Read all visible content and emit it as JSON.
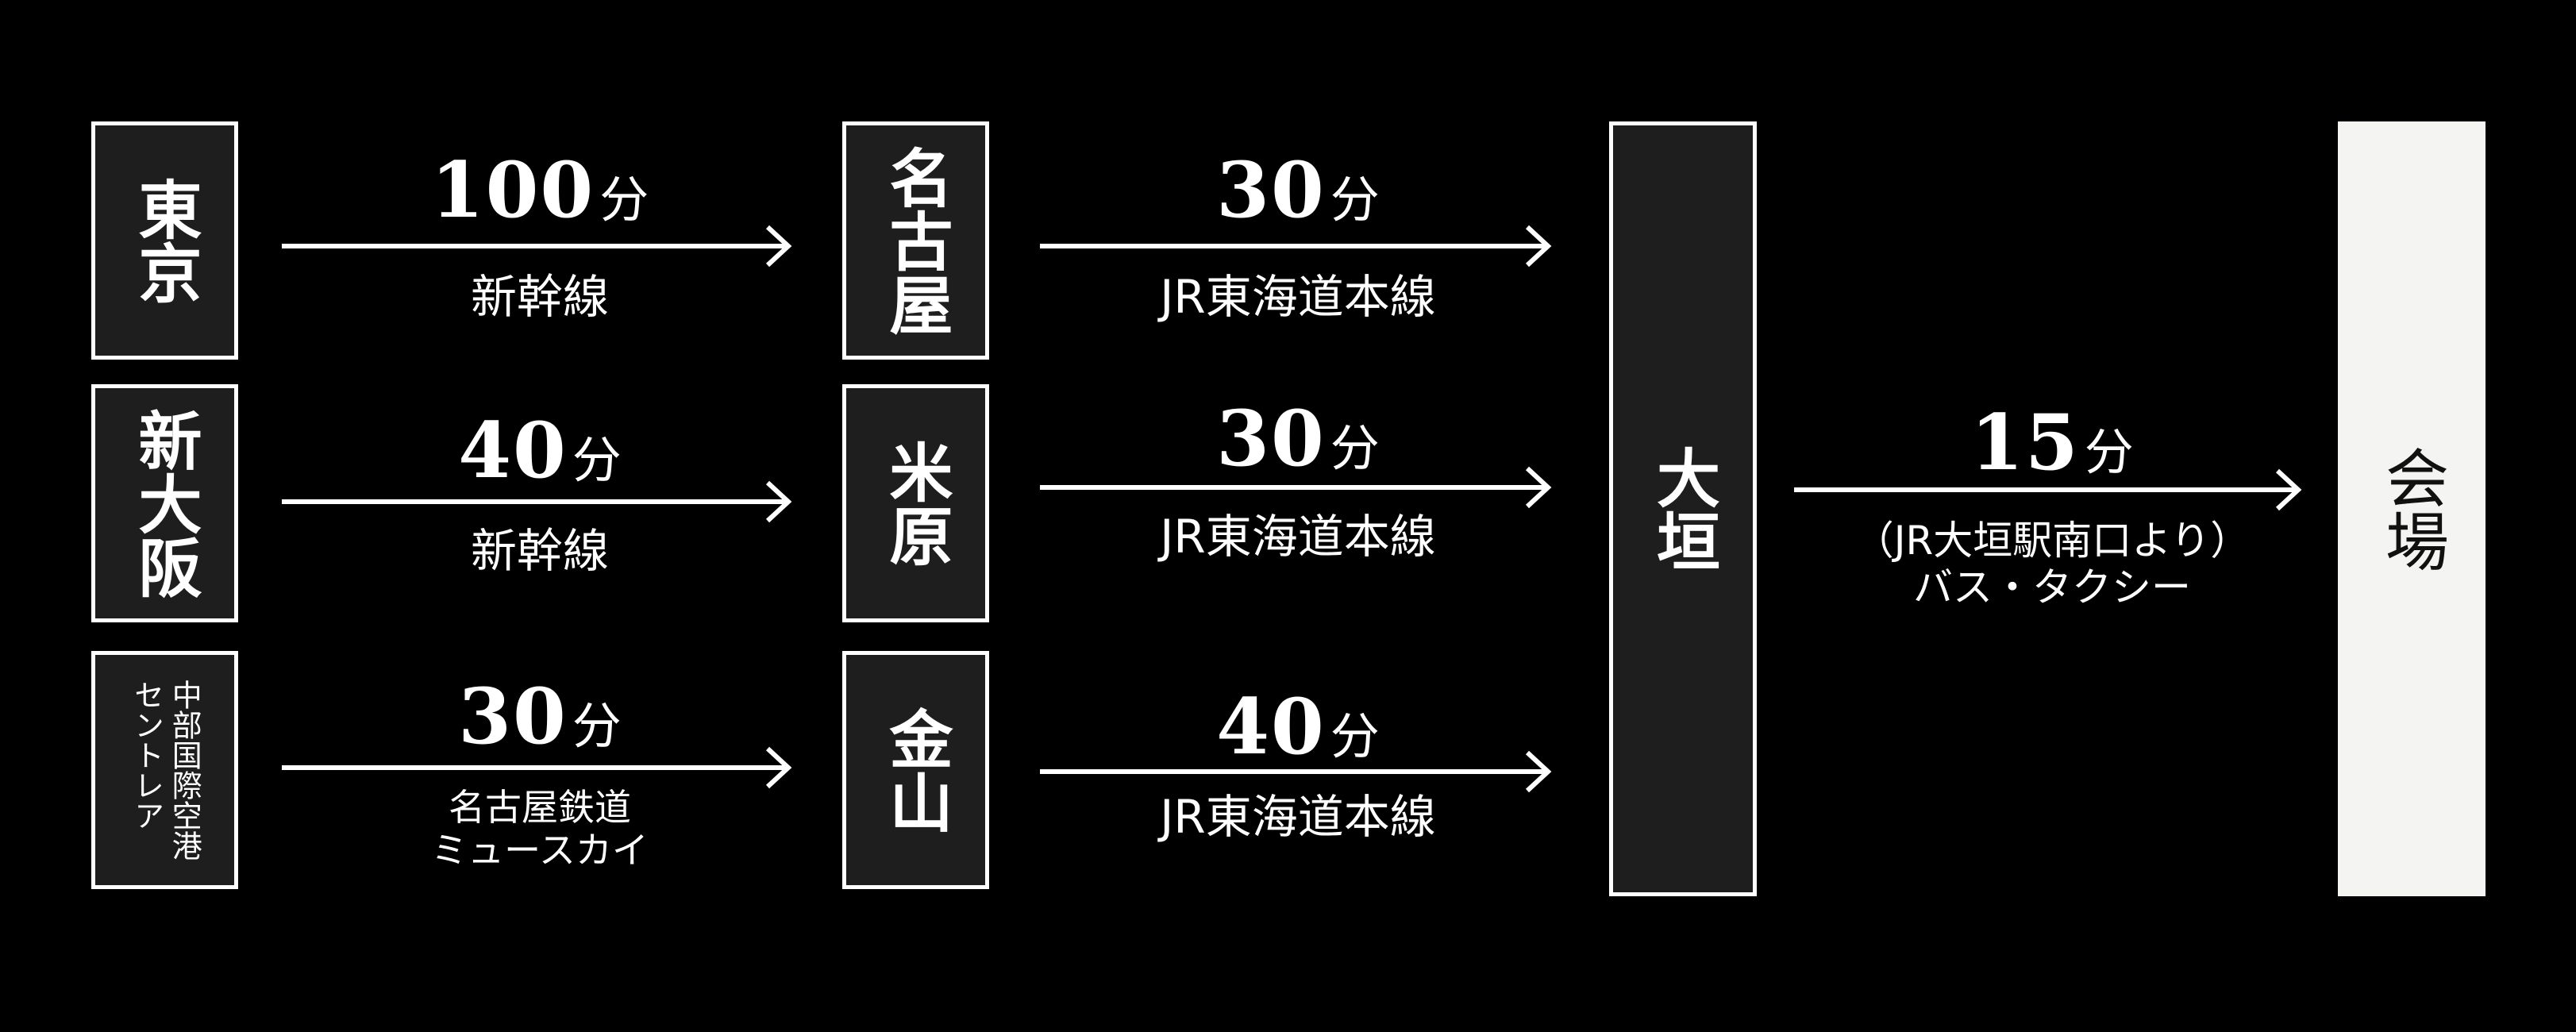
{
  "stations": {
    "tokyo": "東京",
    "shin_osaka": "新大阪",
    "airport_line1": "中部国際空港",
    "airport_line2": "セントレア",
    "nagoya": "名古屋",
    "maibara": "米原",
    "kanayama": "金山",
    "ogaki": "大垣",
    "venue": "会場"
  },
  "routes": {
    "tokyo_nagoya": {
      "minutes": "100",
      "unit": "分",
      "line": "新幹線"
    },
    "shinosaka_maibara": {
      "minutes": "40",
      "unit": "分",
      "line": "新幹線"
    },
    "airport_kanayama": {
      "minutes": "30",
      "unit": "分",
      "line1": "名古屋鉄道",
      "line2": "ミュースカイ"
    },
    "nagoya_ogaki": {
      "minutes": "30",
      "unit": "分",
      "line": "JR東海道本線"
    },
    "maibara_ogaki": {
      "minutes": "30",
      "unit": "分",
      "line": "JR東海道本線"
    },
    "kanayama_ogaki": {
      "minutes": "40",
      "unit": "分",
      "line": "JR東海道本線"
    },
    "ogaki_venue": {
      "minutes": "15",
      "unit": "分",
      "line1": "（JR大垣駅南口より）",
      "line2": "バス・タクシー"
    }
  }
}
